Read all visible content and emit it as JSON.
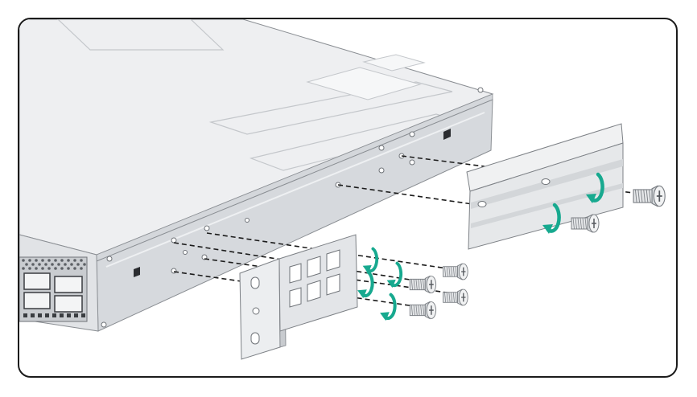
{
  "figure": {
    "caption": "",
    "colors": {
      "frame": "#1b1b1b",
      "chassis_top": "#eeeff1",
      "chassis_front": "#dfe1e4",
      "chassis_side": "#cfd2d6",
      "rail": "#e6e8ea",
      "rail_shadow": "#b9bdc2",
      "screw": "#e4e6e8",
      "rotation_arrow": "#17a98f",
      "guide_line": "#1b1b1b",
      "outline": "#7d8186"
    }
  },
  "parts": {
    "chassis": "switch-chassis",
    "front_bracket": "front-mounting-bracket",
    "rear_rail": "rear-slide-rail",
    "screws": "countersunk-screw",
    "arrows": "clockwise-rotation-arrow"
  },
  "screw_sets": {
    "front_bracket_screws": 4,
    "rear_rail_screws": 2
  }
}
